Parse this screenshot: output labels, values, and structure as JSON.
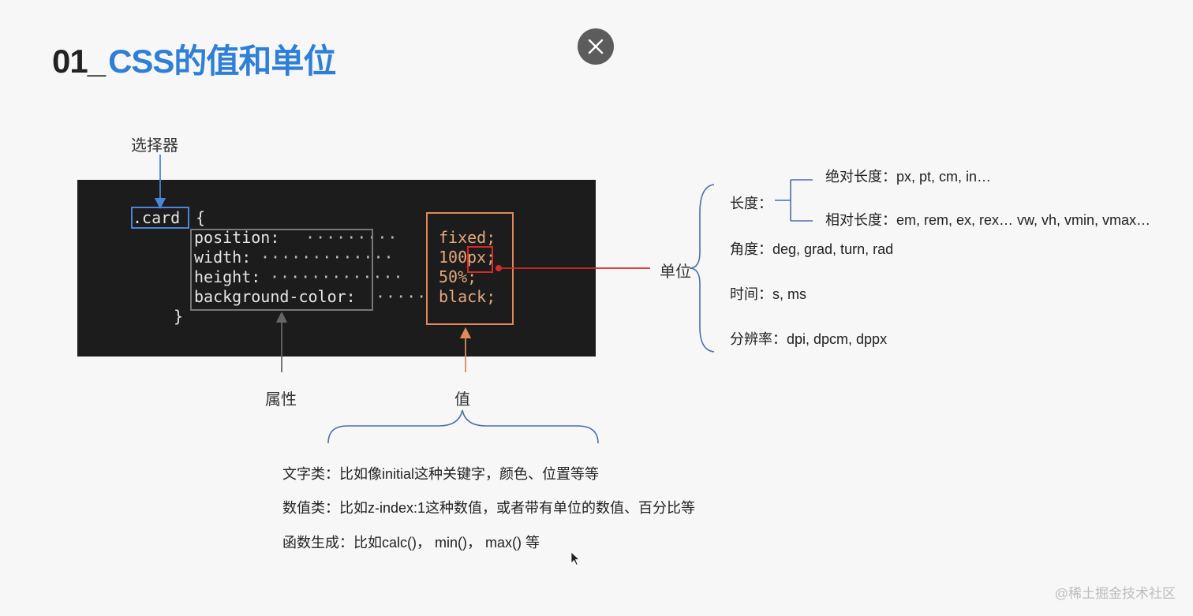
{
  "title": {
    "number": "01_",
    "text": "CSS的值和单位"
  },
  "code": {
    "selector": ".card",
    "open_brace": "{",
    "close_brace": "}",
    "lines": [
      {
        "property": "position:",
        "dots": " ·········",
        "value": "fixed;"
      },
      {
        "property": "width:",
        "dots": "·············",
        "value": "100",
        "unit": "px",
        "tail": ";"
      },
      {
        "property": "height:",
        "dots": "·············",
        "value": "50%;"
      },
      {
        "property": "background-color:",
        "dots": "·····",
        "value": "black;"
      }
    ]
  },
  "labels": {
    "selector": "选择器",
    "property": "属性",
    "value": "值",
    "unit": "单位"
  },
  "units": {
    "length": "长度：",
    "absolute_length": "绝对长度：px, pt, cm, in…",
    "relative_length": "相对长度：em, rem, ex, rex…  vw, vh, vmin, vmax…",
    "angle": "角度：deg, grad, turn, rad",
    "time": "时间：s, ms",
    "resolution": "分辨率：dpi, dpcm, dppx"
  },
  "value_types": [
    "文字类：比如像initial这种关键字，颜色、位置等等",
    "数值类：比如z-index:1这种数值，或者带有单位的数值、百分比等",
    "函数生成：比如calc()， min()，  max() 等"
  ],
  "watermark": "@稀土掘金技术社区",
  "colors": {
    "title_accent": "#2f7fd6",
    "selector_box": "#4a86d4",
    "property_box": "#777777",
    "value_box": "#e08a5c",
    "unit_box": "#d62a2a"
  }
}
